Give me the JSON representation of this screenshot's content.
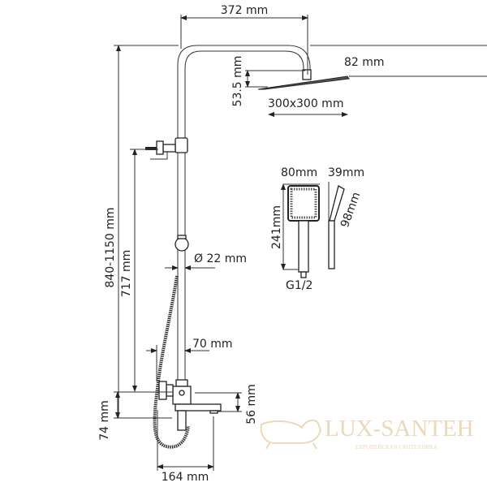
{
  "dimensions": {
    "arm_length": "372 mm",
    "head_thickness": "82 mm",
    "head_drop": "53.5 mm",
    "head_size": "300x300 mm",
    "height_range": "840-1150 mm",
    "bar_height": "717 mm",
    "pipe_diameter": "Ø 22 mm",
    "wall_offset": "70 mm",
    "mixer_height": "74 mm",
    "spout_drop": "56 mm",
    "spout_length": "164 mm"
  },
  "hand_shower": {
    "width": "80mm",
    "depth": "39mm",
    "length": "241mm",
    "head_length": "98mm",
    "thread": "G1/2"
  },
  "watermark": {
    "brand": "LUX-SANTEH",
    "tagline": "ЕВРОПЕЙСКАЯ САНТЕХНИКА",
    "color": "#e6cfa8"
  }
}
